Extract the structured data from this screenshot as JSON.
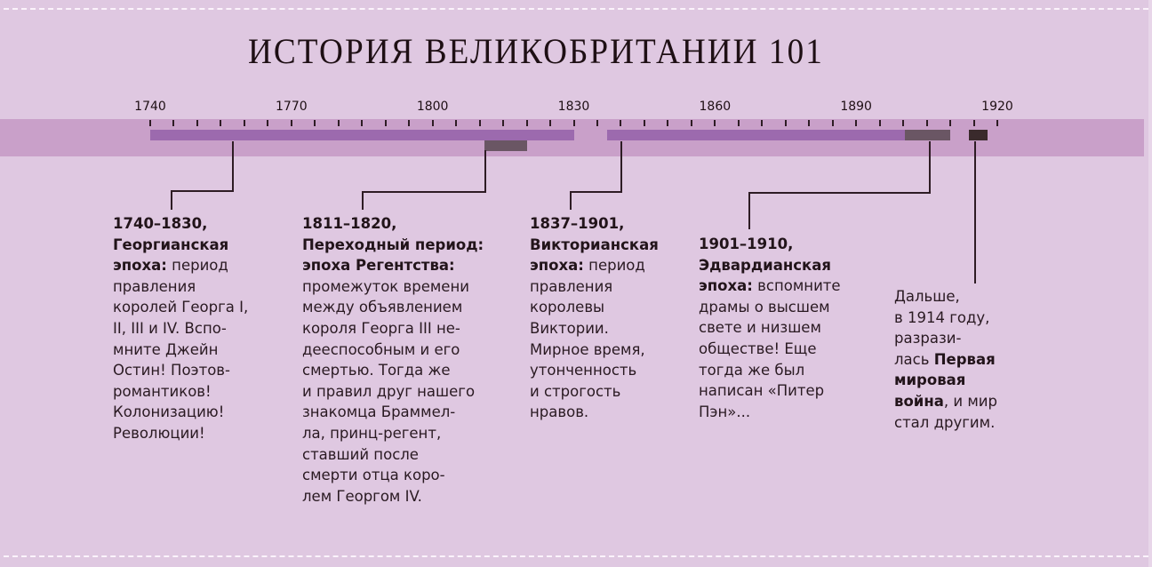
{
  "title": "ИСТОРИЯ ВЕЛИКОБРИТАНИИ 101",
  "colors": {
    "background": "#dfc8e1",
    "band": "#c9a0c9",
    "era_bar": "#9c6aae",
    "transition_bar": "#6a5664",
    "war_bar": "#3a2a2c",
    "text": "#2a1a22"
  },
  "axis": {
    "labels": [
      "1740",
      "1770",
      "1800",
      "1830",
      "1860",
      "1890",
      "1920"
    ],
    "tick_step_years": 5,
    "range": [
      1740,
      1920
    ]
  },
  "chart_data": {
    "type": "timeline",
    "title": "ИСТОРИЯ ВЕЛИКОБРИТАНИИ 101",
    "xlabel": "",
    "x_ticks": [
      1740,
      1770,
      1800,
      1830,
      1860,
      1890,
      1920
    ],
    "xlim": [
      1740,
      1920
    ],
    "minor_tick_interval": 5,
    "series": [
      {
        "name": "Георгианская эпоха",
        "start": 1740,
        "end": 1830,
        "style": "era"
      },
      {
        "name": "Переходный период: эпоха Регентства",
        "start": 1811,
        "end": 1820,
        "style": "transition"
      },
      {
        "name": "Викторианская эпоха",
        "start": 1837,
        "end": 1901,
        "style": "era"
      },
      {
        "name": "Эдвардианская эпоха",
        "start": 1901,
        "end": 1910,
        "style": "transition"
      },
      {
        "name": "Первая мировая война",
        "start": 1914,
        "end": 1918,
        "style": "war"
      }
    ]
  },
  "notes": [
    {
      "id": "georgian",
      "lines": [
        {
          "bold": "1740–1830,",
          "rest": ""
        },
        {
          "bold": "Георгианская",
          "rest": ""
        },
        {
          "bold": "эпоха:",
          "rest": " период"
        },
        {
          "bold": "",
          "rest": "правления"
        },
        {
          "bold": "",
          "rest": "королей Георга I,"
        },
        {
          "bold": "",
          "rest": "II, III и IV. Вспо-"
        },
        {
          "bold": "",
          "rest": "мните Джейн"
        },
        {
          "bold": "",
          "rest": "Остин! Поэтов-"
        },
        {
          "bold": "",
          "rest": "романтиков!"
        },
        {
          "bold": "",
          "rest": "Колонизацию!"
        },
        {
          "bold": "",
          "rest": "Революции!"
        }
      ]
    },
    {
      "id": "regency",
      "lines": [
        {
          "bold": "1811–1820,",
          "rest": ""
        },
        {
          "bold": "Переходный период:",
          "rest": ""
        },
        {
          "bold": "эпоха Регентства:",
          "rest": ""
        },
        {
          "bold": "",
          "rest": "промежуток времени"
        },
        {
          "bold": "",
          "rest": "между объявлением"
        },
        {
          "bold": "",
          "rest": "короля Георга III не-"
        },
        {
          "bold": "",
          "rest": "дееспособным и его"
        },
        {
          "bold": "",
          "rest": "смертью. Тогда же"
        },
        {
          "bold": "",
          "rest": "и правил друг нашего"
        },
        {
          "bold": "",
          "rest": "знакомца Браммел-"
        },
        {
          "bold": "",
          "rest": "ла, принц-регент,"
        },
        {
          "bold": "",
          "rest": "ставший после"
        },
        {
          "bold": "",
          "rest": "смерти отца коро-"
        },
        {
          "bold": "",
          "rest": "лем Георгом IV."
        }
      ]
    },
    {
      "id": "victorian",
      "lines": [
        {
          "bold": "1837–1901,",
          "rest": ""
        },
        {
          "bold": "Викторианская",
          "rest": ""
        },
        {
          "bold": "эпоха:",
          "rest": " период"
        },
        {
          "bold": "",
          "rest": "правления"
        },
        {
          "bold": "",
          "rest": "королевы"
        },
        {
          "bold": "",
          "rest": "Виктории."
        },
        {
          "bold": "",
          "rest": "Мирное время,"
        },
        {
          "bold": "",
          "rest": "утонченность"
        },
        {
          "bold": "",
          "rest": "и строгость"
        },
        {
          "bold": "",
          "rest": "нравов."
        }
      ]
    },
    {
      "id": "edwardian",
      "lines": [
        {
          "bold": "1901–1910,",
          "rest": ""
        },
        {
          "bold": "Эдвардианская",
          "rest": ""
        },
        {
          "bold": "эпоха:",
          "rest": " вспомните"
        },
        {
          "bold": "",
          "rest": "драмы о высшем"
        },
        {
          "bold": "",
          "rest": "свете и низшем"
        },
        {
          "bold": "",
          "rest": "обществе! Еще"
        },
        {
          "bold": "",
          "rest": "тогда же был"
        },
        {
          "bold": "",
          "rest": "написан «Питер"
        },
        {
          "bold": "",
          "rest": "Пэн»..."
        }
      ]
    },
    {
      "id": "ww1",
      "lines": [
        {
          "pre": "Дальше,",
          "bold": "",
          "rest": ""
        },
        {
          "pre": "в 1914 году,",
          "bold": "",
          "rest": ""
        },
        {
          "pre": "разрази-",
          "bold": "",
          "rest": ""
        },
        {
          "pre": "лась ",
          "bold": "Первая",
          "rest": ""
        },
        {
          "pre": "",
          "bold": "мировая",
          "rest": ""
        },
        {
          "pre": "",
          "bold": "война",
          "rest": ", и мир"
        },
        {
          "pre": "стал другим.",
          "bold": "",
          "rest": ""
        }
      ]
    }
  ]
}
